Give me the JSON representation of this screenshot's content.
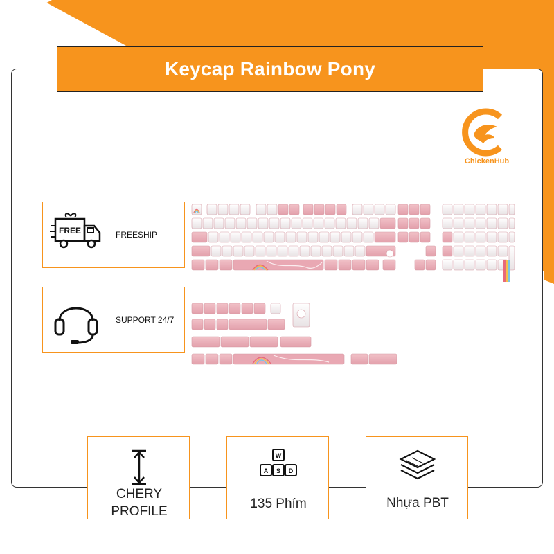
{
  "header": {
    "title": "Keycap Rainbow Pony"
  },
  "brand": {
    "logo_text": "ChickenHub",
    "accent": "#f7941d"
  },
  "features": [
    {
      "icon": "free-delivery-truck-icon",
      "badge": "FREE",
      "label": "FREESHIP"
    },
    {
      "icon": "headset-icon",
      "label": "SUPPORT 24/7"
    }
  ],
  "specs": [
    {
      "icon": "vertical-height-arrow-icon",
      "line1": "CHERY",
      "line2": "PROFILE"
    },
    {
      "icon": "wasd-keys-icon",
      "keys": [
        "W",
        "A",
        "S",
        "D"
      ],
      "line1": "135 Phím"
    },
    {
      "icon": "stacked-layers-icon",
      "line1": "Nhựa PBT"
    }
  ]
}
